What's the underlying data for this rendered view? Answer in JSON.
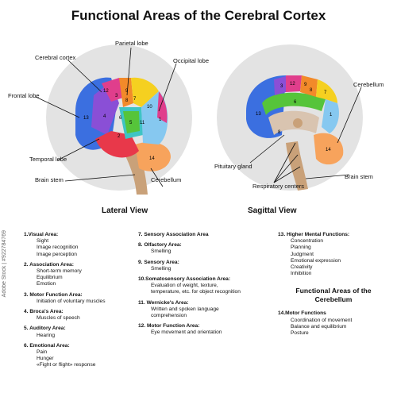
{
  "title": "Functional Areas of the Cerebral Cortex",
  "lateral_labels": {
    "parietal": "Parietal lobe",
    "cerebral_cortex": "Cerebral cortex",
    "occipital": "Occipital lobe",
    "frontal": "Frontal lobe",
    "temporal": "Temporal lobe",
    "brain_stem": "Brain stem",
    "cerebellum": "Cerebellum"
  },
  "sagittal_labels": {
    "cerebellum": "Cerebellum",
    "pituitary": "Pituitary gland",
    "respiratory": "Respiratory centers",
    "brain_stem": "Brain stem"
  },
  "lateral_numbers": [
    "12",
    "3",
    "9",
    "8",
    "4",
    "7",
    "10",
    "13",
    "6",
    "5",
    "11",
    "2",
    "1",
    "14"
  ],
  "sagittal_numbers": [
    "12",
    "3",
    "9",
    "8",
    "13",
    "6",
    "7",
    "1",
    "14",
    "8"
  ],
  "colors": {
    "frontal_blue": "#3b6fe0",
    "purple": "#8a4fd6",
    "pink": "#e03e8c",
    "red": "#e8384a",
    "orange": "#f28a2a",
    "yellow": "#f5d020",
    "green": "#56c43a",
    "teal": "#3fc4c4",
    "light_blue": "#86c8f0",
    "brainstem": "#c9a179",
    "cerebellum": "#f7a35c",
    "circle_bg": "#e3e3e3"
  },
  "lateral_view_title": "Lateral View",
  "sagittal_view_title": "Sagittal View",
  "col1": [
    {
      "head": "1.Visual Area:",
      "sub": [
        "Sight",
        "Image recognition",
        "Image perception"
      ]
    },
    {
      "head": "2. Association Area:",
      "sub": [
        "Short-term memory",
        "Equilibrium",
        "Emotion"
      ]
    },
    {
      "head": "3. Motor Function Area:",
      "sub": [
        "Initiation of voluntary muscles"
      ]
    },
    {
      "head": "4. Broca's Area:",
      "sub": [
        "Muscles of speech"
      ]
    },
    {
      "head": "5. Auditory Area:",
      "sub": [
        "Hearing"
      ]
    },
    {
      "head": "6. Emotional Area:",
      "sub": [
        "Pain",
        "Hunger",
        "«Fight or flight» response"
      ]
    }
  ],
  "col2": [
    {
      "head": "7. Sensory Association Area",
      "sub": []
    },
    {
      "head": "8. Olfactory Area:",
      "sub": [
        "Smelling"
      ]
    },
    {
      "head": "9. Sensory Area:",
      "sub": [
        "Smelling"
      ]
    },
    {
      "head": "10.Somatosensory Association Area:",
      "sub": [
        "Evaluation of weight, texture,",
        "temperature, etc. for object recognition"
      ]
    },
    {
      "head": "11. Wernicke's Area:",
      "sub": [
        "Written and spoken language",
        "comprehension"
      ]
    },
    {
      "head": "12. Motor Function Area:",
      "sub": [
        "Eye movement and orientation"
      ]
    }
  ],
  "col3": [
    {
      "head": "13. Higher Mental Functions:",
      "sub": [
        "Concentration",
        "Planning",
        "Judgment",
        "Emotional expression",
        "Creativity",
        "Inhibition"
      ]
    }
  ],
  "cerebellum_section_title": "Functional Areas of the Cerebellum",
  "col3b": [
    {
      "head": "14.Motor Functions",
      "sub": [
        "Coordination of movement",
        "Balance and equilibrium",
        "Posture"
      ]
    }
  ],
  "watermark": "Adobe Stock | #922784769"
}
